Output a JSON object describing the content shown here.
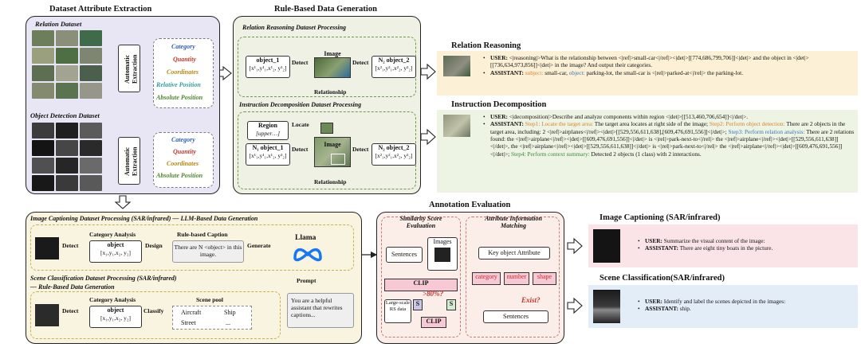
{
  "sections": {
    "attr_extraction": "Dataset Attribute Extraction",
    "rule_based": "Rule-Based Data Generation",
    "relation_reasoning": "Relation Reasoning",
    "instruction_decomposition": "Instruction Decomposition",
    "annotation_eval": "Annotation Evaluation",
    "image_captioning": "Image Captioning (SAR/infrared)",
    "scene_classification": "Scene Classification(SAR/infrared)"
  },
  "attr_panel": {
    "relation_dataset": "Relation Dataset",
    "object_detection_dataset": "Object Detection Dataset",
    "auto_extraction": "Automatic Extraction",
    "relation_attrs": [
      {
        "text": "Category",
        "color": "#2f5fb3"
      },
      {
        "text": "Quantity",
        "color": "#c0392b"
      },
      {
        "text": "Coordinates",
        "color": "#b8860b"
      },
      {
        "text": "Relative Position",
        "color": "#2e9e9e"
      },
      {
        "text": "Absolute Position",
        "color": "#4a8a2a"
      }
    ],
    "detection_attrs": [
      {
        "text": "Category",
        "color": "#2f5fb3"
      },
      {
        "text": "Quantity",
        "color": "#c0392b"
      },
      {
        "text": "Coordinates",
        "color": "#b8860b"
      },
      {
        "text": "Absolute Position",
        "color": "#4a8a2a"
      }
    ]
  },
  "rule_panel": {
    "relation_processing": "Relation Reasoning Dataset Processing",
    "instruction_processing": "Instruction Decomposition Dataset Processing",
    "object_1": "object_1",
    "object_2": "N₂ object_2",
    "coords_1": "[x¹₁,y¹₁,x¹₂, y¹₂]",
    "coords_2": "[x²₁,y²₁,x²₂, y²₂]",
    "n1_object_1": "N₁ object_1",
    "region": "Region",
    "region_value": "[upper…]",
    "image": "Image",
    "detect": "Detect",
    "locate": "Locate",
    "relationship": "Relationship"
  },
  "relation_chat": {
    "user_label": "USER:",
    "user_text": " <|reasoning|>What is the relationship between <|ref|>small-car<|/ref|><|det|>[[774,686,799,706]]<|det|> and the object in <|det|>[[736,634,973,856]]<|det|> in the image? And output their categories.",
    "assistant_label": "ASSISTANT:",
    "a_subject": " subject:",
    "a_subject_val": " small-car,",
    "a_object": " object:",
    "a_object_val": " parking-lot, the small-car is <|rel|>parked-at<|/rel|> the parking-lot."
  },
  "decomp_chat": {
    "user_label": "USER:",
    "user_text": " <|decomposition|>Describe and analyze components within region <|det|>[[513,460,706,654]]<|/det|>.",
    "assistant_label": "ASSISTANT:",
    "step1": " Step1: Locate the target area:",
    "step1_text": " The target area locates at right side of the image;",
    "step2": " Step2: Perform object detection:",
    "step2_text": " There are 2 objects in the target area, including: 2 <|ref|>airplanes<|/ref|><|det|>[[529,556,611,638],[609,476,691,556]]<|/det|>;",
    "step3": " Step3: Perform relation analysis:",
    "step3_text": " There are 2 relations found: the <|ref|>airplane<|/ref|><|det|>[[609,476,691,556]]<|/det|> is <|rel|>park-next-to<|/rel|> the <|ref|>airplane<|/ref|><|det|>[[529,556,611,638]]<|/det|>, the <|ref|>airplane<|/ref|><|det|>[[529,556,611,638]]<|/det|> is <|rel|>park-next-to<|/rel|> the <|ref|>airplane<|/ref|><|det|>[[609,476,691,556]]<|/det|>;",
    "step4": " Step4: Perform context summary:",
    "step4_text": " Detected 2 objects (1 class) with 2 interactions."
  },
  "llm_panel": {
    "captioning_title": "Image Captioning Dataset Processing (SAR/infrared) — LLM-Based Data Generation",
    "scene_title_1": "Scene Classification Dataset Processing (SAR/infrared)",
    "scene_title_2": "— Rule-Based Data Generation",
    "category_analysis": "Category Analysis",
    "object": "object",
    "object_coords": "[x₁,y₁,x₂, y₂]",
    "rule_caption": "Rule-based Caption",
    "caption_text": "There are N <object> in this image.",
    "detect": "Detect",
    "design": "Design",
    "generate": "Generate",
    "classify": "Classify",
    "llama": "Llama",
    "prompt": "Prompt",
    "prompt_text": "You are a helpful assistant that rewrites captions...",
    "scene_pool": "Scene pool",
    "scene_items": [
      "Aircraft",
      "Ship",
      "Street",
      "..."
    ]
  },
  "eval_panel": {
    "similarity": "Similarity Score Evaluation",
    "attr_matching": "Attribute Information Matching",
    "sentences": "Sentences",
    "images": "Images",
    "clip": "CLIP",
    "s": "S",
    "threshold": ">80%?",
    "large_scale": "Large-scale RS data",
    "key_attr": "Key object Attribute",
    "category": "category",
    "number": "number",
    "shape": "shape",
    "exist": "Exist?",
    "sentences2": "Sentences"
  },
  "caption_chat": {
    "user_label": "USER:",
    "user_text": " Summarize the visual content of the image:",
    "assistant_label": "ASSISTANT:",
    "assistant_text": " There are eight tiny boats in the picture."
  },
  "scene_chat": {
    "user_label": "USER:",
    "user_text": " Identify and label the scenes depicted in the images:",
    "assistant_label": "ASSISTANT:",
    "assistant_text": " ship."
  }
}
